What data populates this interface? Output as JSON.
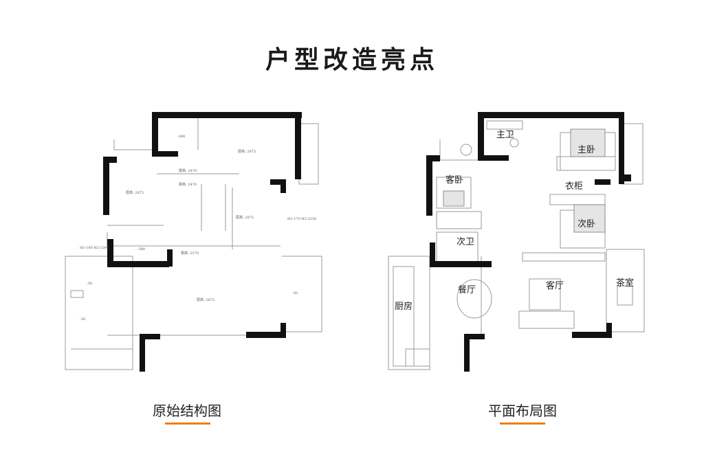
{
  "title": "户型改造亮点",
  "left": {
    "caption": "原始结构图",
    "labels": {
      "t1": "-380",
      "t2": "层高: 2875",
      "t3": "梁高: 2470",
      "t4": "层高: 2875",
      "t5": "梁高: 2470",
      "t6": "层高: 2875",
      "t7": "-380",
      "t8": "梁高: 2570",
      "t9": "层高: 2875",
      "t10": "-50",
      "t11": "-50",
      "t12": "-30",
      "t13": "H1-160\nH2-2200",
      "t14": "H1-170\nH2-2250"
    }
  },
  "right": {
    "caption": "平面布局图",
    "rooms": {
      "master_bath": "主卫",
      "master_bed": "主卧",
      "guest_bed": "客卧",
      "wardrobe": "衣柜",
      "second_bed": "次卧",
      "second_bath": "次卫",
      "dining": "餐厅",
      "living": "客厅",
      "tea": "茶室",
      "kitchen": "厨房"
    }
  },
  "colors": {
    "accent": "#f07d17",
    "wall": "#111111",
    "line": "#9a9a9a"
  }
}
